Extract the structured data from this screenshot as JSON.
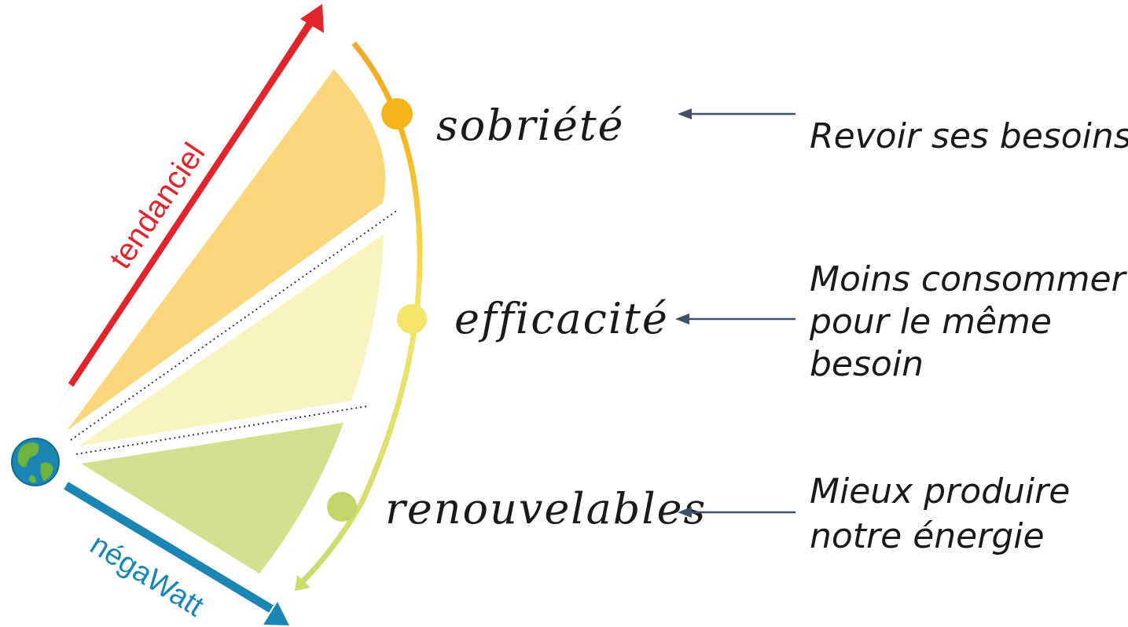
{
  "axes": {
    "trend_label": "tendanciel",
    "negawatt_label": "négaWatt"
  },
  "levers": [
    {
      "label": "sobriété",
      "description": [
        "Revoir ses besoins"
      ]
    },
    {
      "label": "efficacité",
      "description": [
        "Moins consommer",
        "pour le même",
        "besoin"
      ]
    },
    {
      "label": "renouvelables",
      "description": [
        "Mieux produire",
        "notre énergie"
      ]
    }
  ],
  "colors": {
    "trend_arrow": "#e0262c",
    "negawatt_arrow": "#1b86b3",
    "sector_sobriete": "#fbd67b",
    "sector_efficacite": "#f8f3bf",
    "sector_renouvelables": "#d3e08e",
    "dot_sobriete": "#f4b41a",
    "dot_efficacite": "#f5e56b",
    "dot_renouvelables": "#c4d46a",
    "pointer_arrow": "#3f5068"
  },
  "icons": {
    "origin": "earth-globe-icon"
  }
}
